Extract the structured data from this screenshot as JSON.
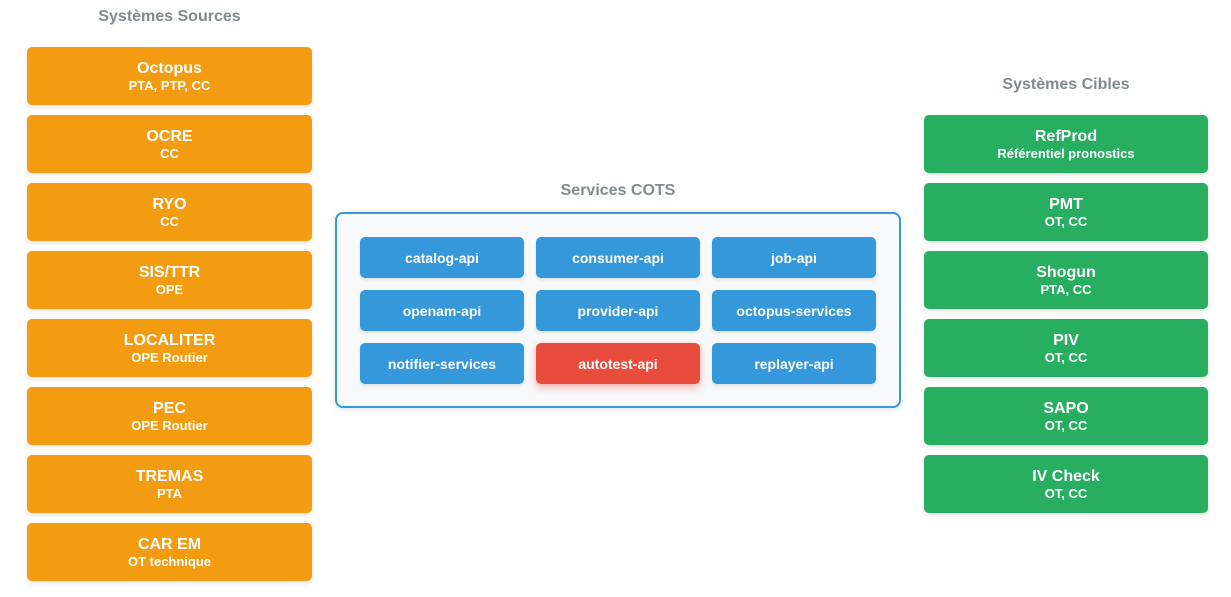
{
  "sources": {
    "title": "Systèmes Sources",
    "items": [
      {
        "name": "Octopus",
        "sub": "PTA, PTP, CC"
      },
      {
        "name": "OCRE",
        "sub": "CC"
      },
      {
        "name": "RYO",
        "sub": "CC"
      },
      {
        "name": "SIS/TTR",
        "sub": "OPE"
      },
      {
        "name": "LOCALITER",
        "sub": "OPE Routier"
      },
      {
        "name": "PEC",
        "sub": "OPE Routier"
      },
      {
        "name": "TREMAS",
        "sub": "PTA"
      },
      {
        "name": "CAR EM",
        "sub": "OT technique"
      }
    ],
    "color": "#f39c12"
  },
  "cots": {
    "title": "Services COTS",
    "services": [
      {
        "label": "catalog-api",
        "highlight": false
      },
      {
        "label": "consumer-api",
        "highlight": false
      },
      {
        "label": "job-api",
        "highlight": false
      },
      {
        "label": "openam-api",
        "highlight": false
      },
      {
        "label": "provider-api",
        "highlight": false
      },
      {
        "label": "octopus-services",
        "highlight": false
      },
      {
        "label": "notifier-services",
        "highlight": false
      },
      {
        "label": "autotest-api",
        "highlight": true
      },
      {
        "label": "replayer-api",
        "highlight": false
      }
    ],
    "color": "#3498db",
    "highlight_color": "#e74c3c"
  },
  "targets": {
    "title": "Systèmes Cibles",
    "items": [
      {
        "name": "RefProd",
        "sub": "Référentiel pronostics"
      },
      {
        "name": "PMT",
        "sub": "OT, CC"
      },
      {
        "name": "Shogun",
        "sub": "PTA, CC"
      },
      {
        "name": "PIV",
        "sub": "OT, CC"
      },
      {
        "name": "SAPO",
        "sub": "OT, CC"
      },
      {
        "name": "IV Check",
        "sub": "OT, CC"
      }
    ],
    "color": "#27ae60"
  }
}
